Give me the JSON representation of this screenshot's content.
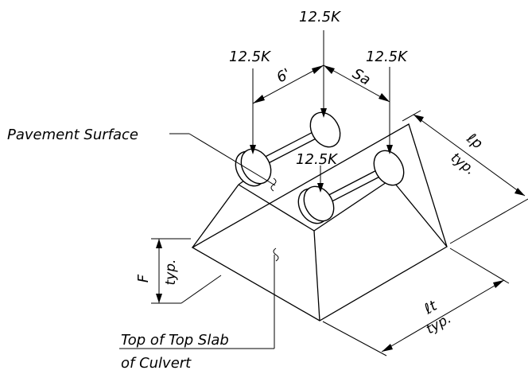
{
  "loads": {
    "top": "12.5K",
    "left": "12.5K",
    "right": "12.5K",
    "front": "12.5K"
  },
  "dimensions": {
    "axle_spacing": "6'",
    "wheel_spacing": "Sa",
    "patch_length_main": "ℓp",
    "patch_length_sub": "typ.",
    "top_length_main": "ℓt",
    "top_length_sub": "typ.",
    "fill_depth_main": "F",
    "fill_depth_sub": "typ."
  },
  "labels": {
    "pavement_surface": "Pavement Surface",
    "top_slab_line1": "Top of Top Slab",
    "top_slab_line2": "of Culvert"
  }
}
